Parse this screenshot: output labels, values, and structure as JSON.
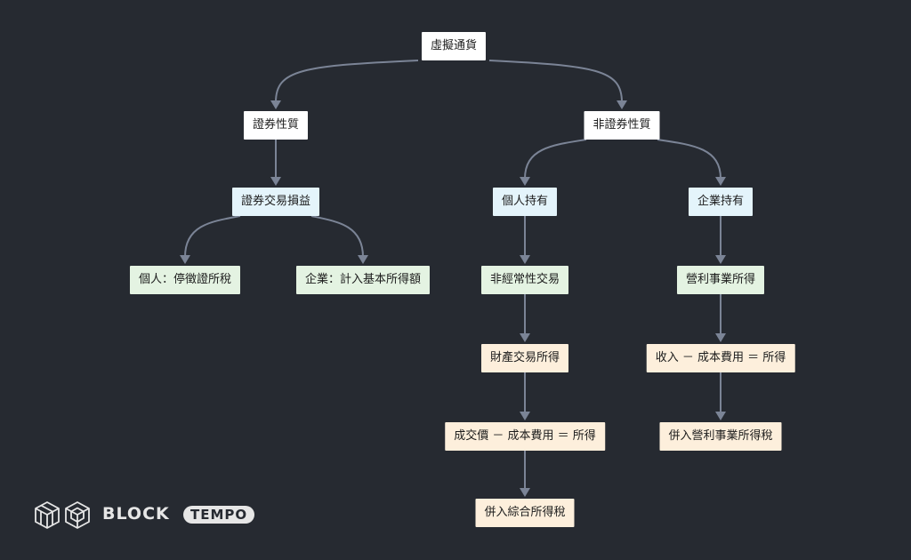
{
  "diagram": {
    "nodes": {
      "root": "虛擬通貨",
      "securities": "證券性質",
      "non_securities": "非證券性質",
      "securities_gain": "證券交易損益",
      "individual_holding": "個人持有",
      "enterprise_holding": "企業持有",
      "securities_individual": "個人：停徵證所稅",
      "securities_enterprise": "企業：計入基本所得額",
      "non_recurring": "非經常性交易",
      "business_income": "營利事業所得",
      "property_income": "財產交易所得",
      "revenue_formula": "收入 － 成本費用 ＝ 所得",
      "deal_formula": "成交價 － 成本費用 ＝ 所得",
      "business_tax": "併入營利事業所得稅",
      "consolidated_tax": "併入綜合所得稅"
    },
    "edges": [
      [
        "root",
        "securities"
      ],
      [
        "root",
        "non_securities"
      ],
      [
        "securities",
        "securities_gain"
      ],
      [
        "securities_gain",
        "securities_individual"
      ],
      [
        "securities_gain",
        "securities_enterprise"
      ],
      [
        "non_securities",
        "individual_holding"
      ],
      [
        "non_securities",
        "enterprise_holding"
      ],
      [
        "individual_holding",
        "non_recurring"
      ],
      [
        "non_recurring",
        "property_income"
      ],
      [
        "property_income",
        "deal_formula"
      ],
      [
        "deal_formula",
        "consolidated_tax"
      ],
      [
        "enterprise_holding",
        "business_income"
      ],
      [
        "business_income",
        "revenue_formula"
      ],
      [
        "revenue_formula",
        "business_tax"
      ]
    ],
    "colors": {
      "background": "#262a31",
      "edge": "#7b8496",
      "level_white": "#ffffff",
      "level_blue": "#e4f4fb",
      "level_green": "#e4f3e2",
      "level_cream": "#fdefdc"
    }
  },
  "logo": {
    "block": "BLOCK",
    "tempo": "TEMPO",
    "icon": "cube-logo-icon"
  }
}
